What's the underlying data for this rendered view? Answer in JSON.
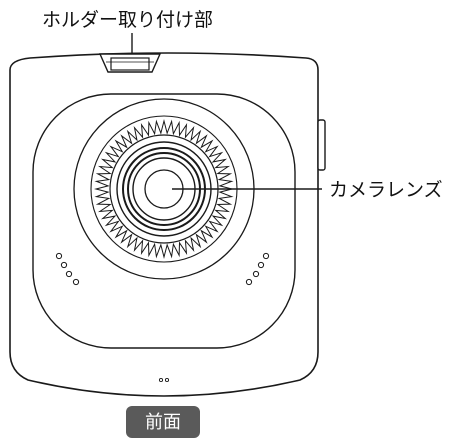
{
  "labels": {
    "holder_mount": "ホルダー取り付け部",
    "camera_lens": "カメラレンズ",
    "view_badge": "前面"
  },
  "colors": {
    "outline": "#1a1a1a",
    "badge_fill": "#5a5a5a",
    "badge_text": "#ffffff",
    "background": "#ffffff"
  }
}
